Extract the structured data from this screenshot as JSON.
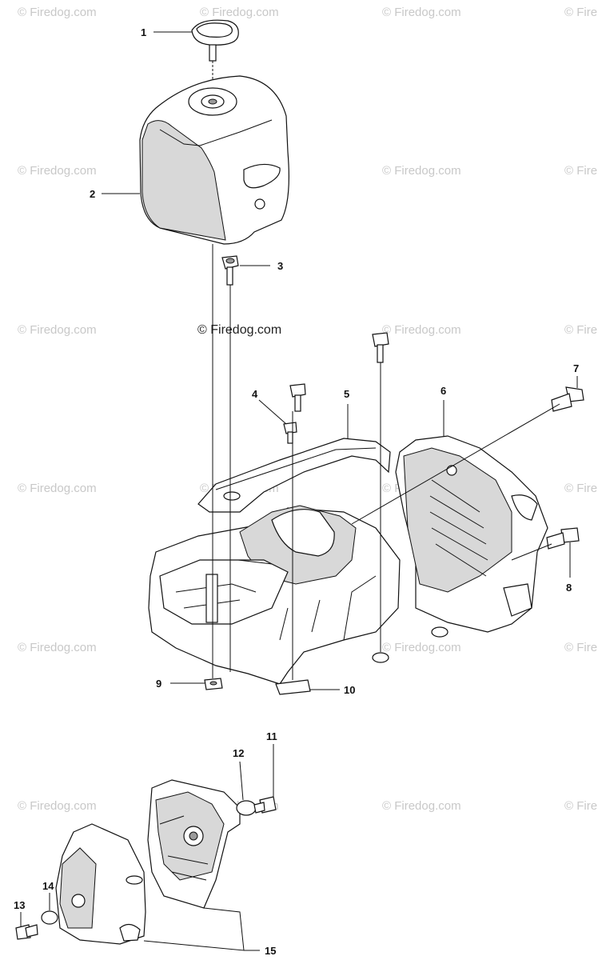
{
  "watermark": {
    "text": "© Firedog.com",
    "center_text": "© Firedog.com",
    "edge_text": "© Fire"
  },
  "callouts": [
    {
      "id": "1",
      "label": "1"
    },
    {
      "id": "2",
      "label": "2"
    },
    {
      "id": "3",
      "label": "3"
    },
    {
      "id": "4",
      "label": "4"
    },
    {
      "id": "5",
      "label": "5"
    },
    {
      "id": "6",
      "label": "6"
    },
    {
      "id": "7",
      "label": "7"
    },
    {
      "id": "8",
      "label": "8"
    },
    {
      "id": "9",
      "label": "9"
    },
    {
      "id": "10",
      "label": "10"
    },
    {
      "id": "11",
      "label": "11"
    },
    {
      "id": "12",
      "label": "12"
    },
    {
      "id": "13",
      "label": "13"
    },
    {
      "id": "14",
      "label": "14"
    },
    {
      "id": "15",
      "label": "15"
    }
  ]
}
